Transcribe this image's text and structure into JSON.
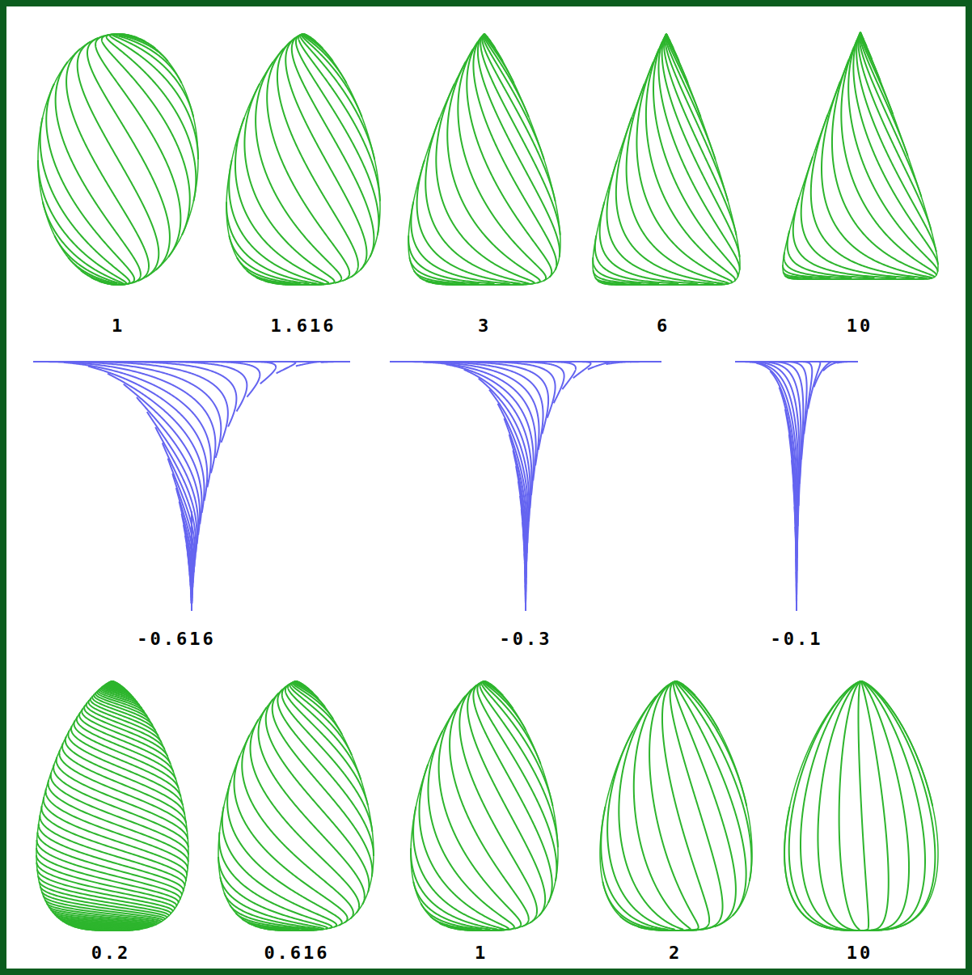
{
  "diagram": {
    "labels": [
      "1",
      "1.616",
      "3",
      "6",
      "10",
      "-0.616",
      "-0.3",
      "-0.1",
      "0.2",
      "0.616",
      "1",
      "2",
      "10"
    ]
  }
}
